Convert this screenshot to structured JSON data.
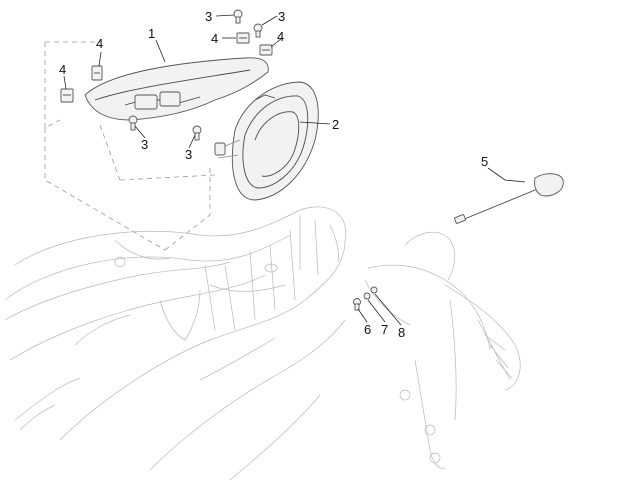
{
  "callouts": {
    "c1": "1",
    "c2": "2",
    "c3a": "3",
    "c3b": "3",
    "c3c": "3",
    "c3d": "3",
    "c4a": "4",
    "c4b": "4",
    "c4c": "4",
    "c4d": "4",
    "c5": "5",
    "c6": "6",
    "c7": "7",
    "c8": "8"
  },
  "colors": {
    "line": "#8a8a8a",
    "ink": "#111111",
    "background": "#ffffff"
  }
}
